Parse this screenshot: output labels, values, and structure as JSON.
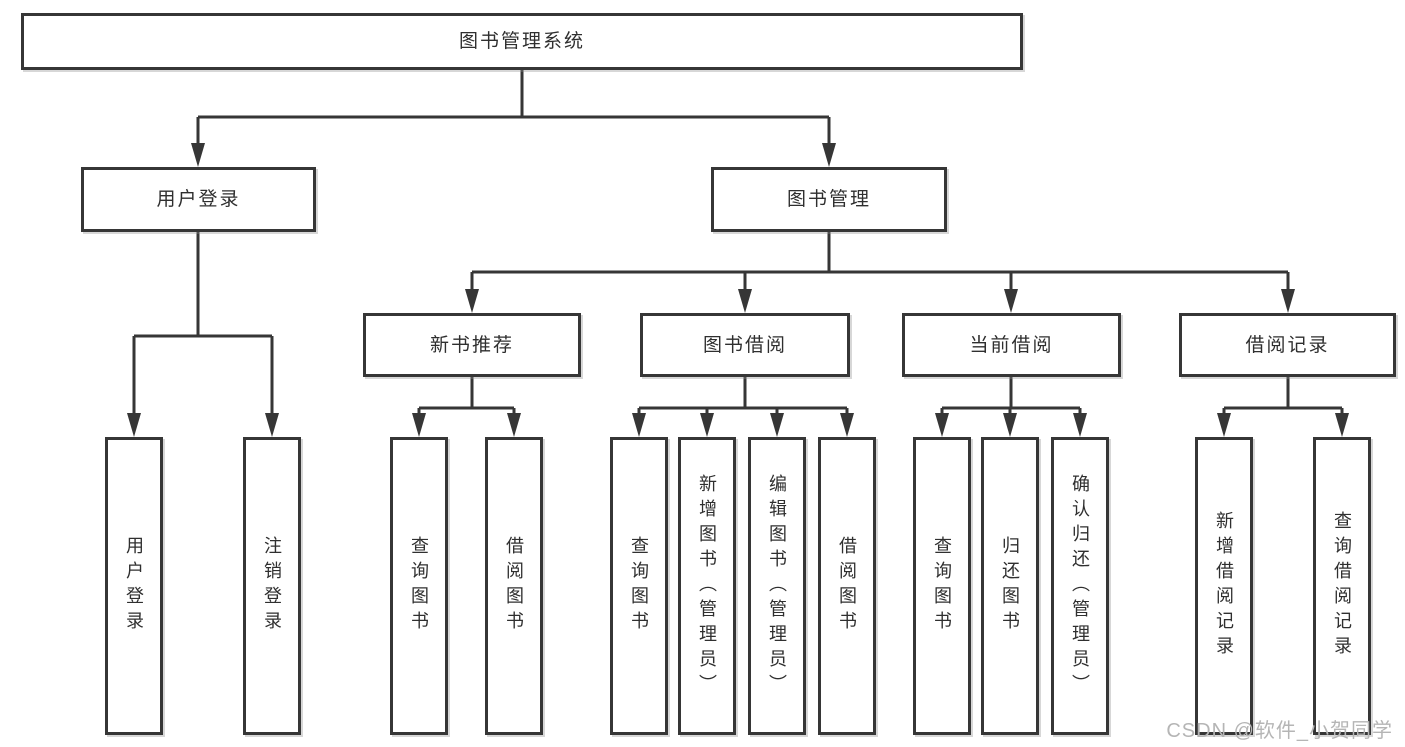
{
  "diagram": {
    "root": {
      "label": "图书管理系统"
    },
    "branches": [
      {
        "label": "用户登录",
        "children": [
          {
            "label": "用户登录"
          },
          {
            "label": "注销登录"
          }
        ]
      },
      {
        "label": "图书管理",
        "children": [
          {
            "label": "新书推荐",
            "children": [
              {
                "label": "查询图书"
              },
              {
                "label": "借阅图书"
              }
            ]
          },
          {
            "label": "图书借阅",
            "children": [
              {
                "label": "查询图书"
              },
              {
                "label": "新增图书（管理员）"
              },
              {
                "label": "编辑图书（管理员）"
              },
              {
                "label": "借阅图书"
              }
            ]
          },
          {
            "label": "当前借阅",
            "children": [
              {
                "label": "查询图书"
              },
              {
                "label": "归还图书"
              },
              {
                "label": "确认归还（管理员）"
              }
            ]
          },
          {
            "label": "借阅记录",
            "children": [
              {
                "label": "新增借阅记录"
              },
              {
                "label": "查询借阅记录"
              }
            ]
          }
        ]
      }
    ]
  },
  "watermark": {
    "text": "CSDN @软件_小贺同学",
    "color": "#b5b5b5"
  },
  "colors": {
    "line": "#363636",
    "box_border": "#363636",
    "box_fill": "#ffffff",
    "text": "#2f2f2f",
    "background": "#ffffff"
  }
}
